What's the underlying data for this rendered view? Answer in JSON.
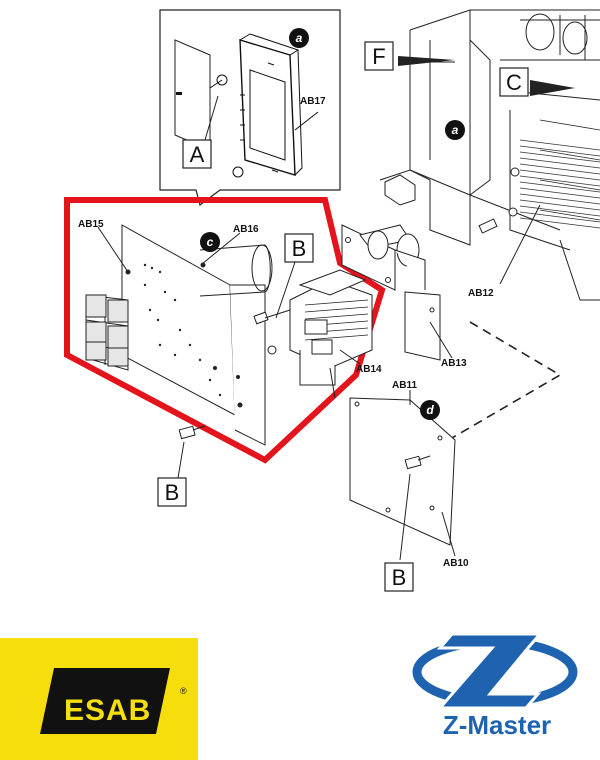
{
  "callouts": {
    "ab17": "AB17",
    "ab15": "AB15",
    "ab16": "AB16",
    "ab14": "AB14",
    "ab13": "AB13",
    "ab12": "AB12",
    "ab11": "AB11",
    "ab10": "AB10"
  },
  "boxed_labels": {
    "a": "A",
    "b_upper": "B",
    "b_left": "B",
    "b_bottom": "B",
    "c": "C",
    "f": "F"
  },
  "bubbles": {
    "a_top": "a",
    "a_right": "a",
    "c": "c",
    "d": "d"
  },
  "highlight_color": "#e3141b",
  "logos": {
    "esab": {
      "text": "ESAB",
      "registered": "®",
      "background": "#f5de0c"
    },
    "zmaster": {
      "text": "Z-Master",
      "color": "#1f63b0"
    }
  }
}
